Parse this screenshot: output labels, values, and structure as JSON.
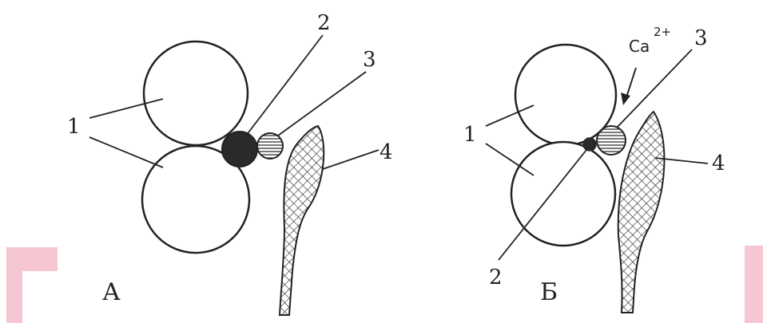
{
  "panels": {
    "a": {
      "title": "А",
      "labels": {
        "one": "1",
        "two": "2",
        "three": "3",
        "four": "4"
      }
    },
    "b": {
      "title": "Б",
      "labels": {
        "one": "1",
        "two": "2",
        "three": "3",
        "four": "4"
      },
      "ion": {
        "base": "Ca",
        "charge": "2+"
      }
    }
  },
  "colors": {
    "stroke": "#222222",
    "background": "#ffffff",
    "accent_pink": "#f7c6d3"
  }
}
